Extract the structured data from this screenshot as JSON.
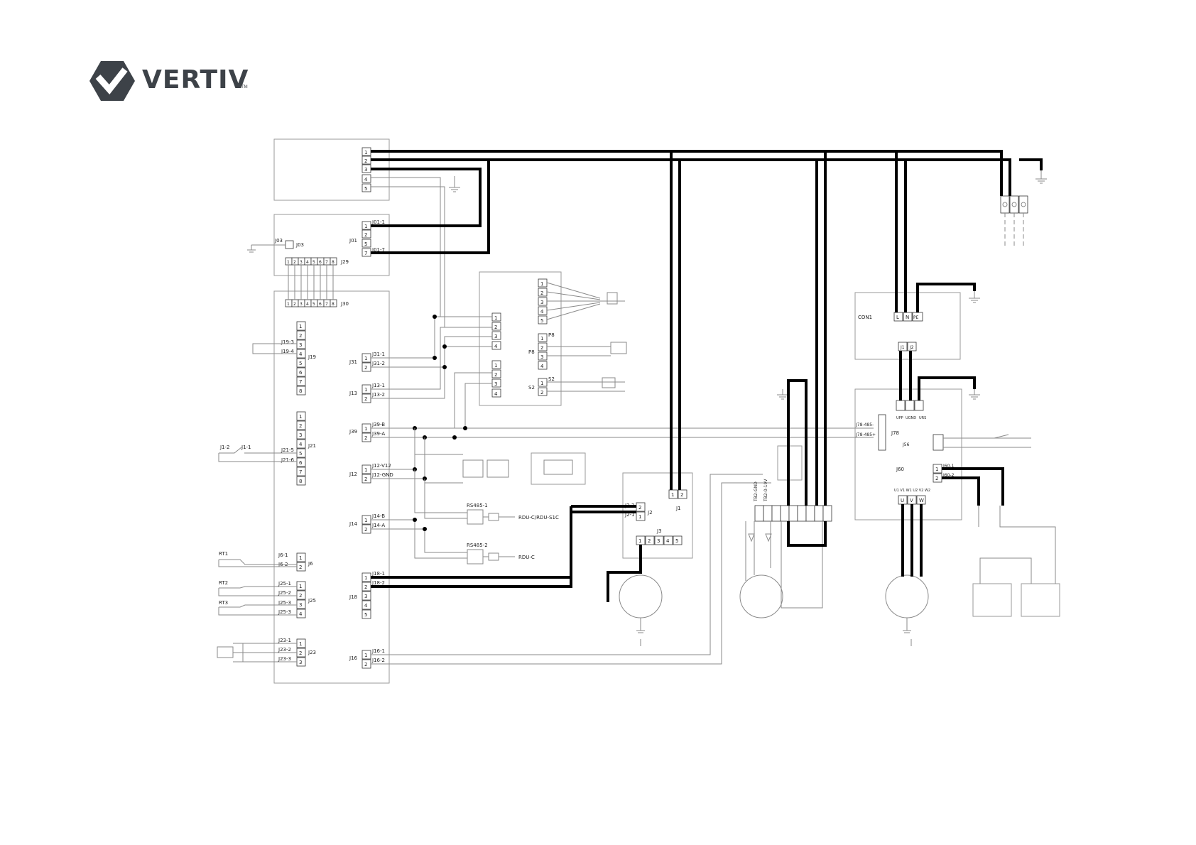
{
  "brand": {
    "name": "VERTIV",
    "tm": "TM",
    "accent": "#3d4248"
  },
  "labels": {
    "j03": "J03",
    "j01": "J01",
    "j29": "J29",
    "j30": "J30",
    "j01_1": "J01-1",
    "j01_7": "J01-7",
    "j19": "J19",
    "j19_3": "J19-3",
    "j19_4": "J19-4",
    "j31": "J31",
    "j31_1": "J31-1",
    "j31_2": "J31-2",
    "j13": "J13",
    "j13_1": "J13-1",
    "j13_2": "J13-2",
    "j21": "J21",
    "j21_5": "J21-5",
    "j21_6": "J21-6",
    "j1_1": "J1-1",
    "j1_2": "J1-2",
    "j39": "J39",
    "j39_b": "J39-B",
    "j39_a": "J39-A",
    "j12": "J12",
    "j12_v12": "J12-V12",
    "j12_gnd": "J12-GND",
    "j14": "J14",
    "j14_b": "J14-B",
    "j14_a": "J14-A",
    "rt1": "RT1",
    "rt2": "RT2",
    "rt3": "RT3",
    "j6": "J6",
    "j6_1": "J6-1",
    "j6_2": "J6-2",
    "j25": "J25",
    "j25_1": "J25-1",
    "j25_2": "J25-2",
    "j25_3": "J25-3",
    "j23": "J23",
    "j23_1": "J23-1",
    "j23_2": "J23-2",
    "j23_3": "J23-3",
    "j18": "J18",
    "j18_1": "J18-1",
    "j18_2": "J18-2",
    "j16": "J16",
    "j16_1": "J16-1",
    "j16_2": "J16-2",
    "p8": "P8",
    "s2": "S2",
    "rs485_1": "RS485-1",
    "rs485_2": "RS485-2",
    "rdu_c_s1c": "RDU-C/RDU-S1C",
    "rdu_c": "RDU-C",
    "j2": "J2",
    "j2_1": "J2-1",
    "j2_2": "J2-2",
    "j1": "J1",
    "j3": "J3",
    "tb2": "TB2-GND",
    "tb2_b": "TB2-0-10V",
    "con1": "CON1",
    "pin_l": "L",
    "pin_n": "N",
    "pin_pe": "PE",
    "j78": "J78",
    "j78_485": "J78-485-",
    "j78_485p": "J78-485+",
    "j56": "J56",
    "j60": "J60",
    "j60_1": "J60-1",
    "j60_2": "J60-2",
    "uvw": "U1 V1 W1 U2 V2 W2",
    "pin_u": "U",
    "pin_v": "V",
    "pin_w": "W",
    "upp": "UPP",
    "ugnd": "UGND",
    "urs": "URS"
  }
}
